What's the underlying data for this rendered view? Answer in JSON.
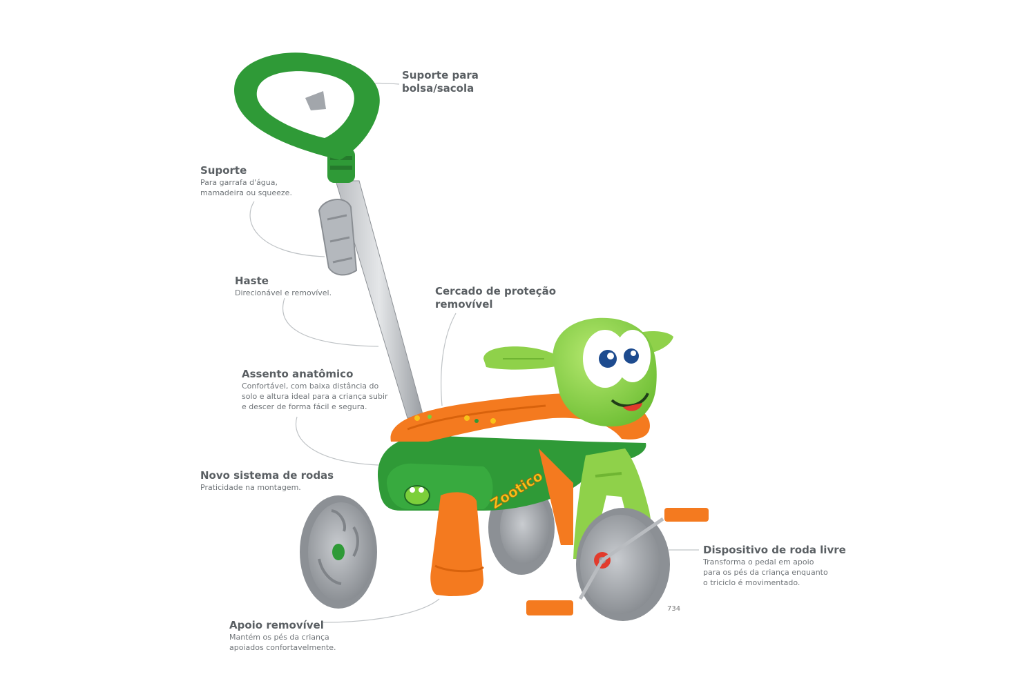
{
  "callouts": {
    "suporte_bolsa": {
      "title_line1": "Suporte para",
      "title_line2": "bolsa/sacola"
    },
    "suporte": {
      "title": "Suporte",
      "desc_line1": "Para garrafa d'água,",
      "desc_line2": "mamadeira ou squeeze."
    },
    "haste": {
      "title": "Haste",
      "desc": "Direcionável e removível."
    },
    "cercado": {
      "title_line1": "Cercado de proteção",
      "title_line2": "removível"
    },
    "assento": {
      "title": "Assento anatômico",
      "desc_line1": "Confortável, com baixa distância do",
      "desc_line2": "solo e altura ideal para a criança subir",
      "desc_line3": "e descer de forma fácil e segura."
    },
    "rodas": {
      "title": "Novo sistema de rodas",
      "desc": "Praticidade na montagem."
    },
    "dispositivo": {
      "title": "Dispositivo de roda livre",
      "desc_line1": "Transforma o pedal em apoio",
      "desc_line2": "para os pés da criança enquanto",
      "desc_line3": "o triciclo é movimentado."
    },
    "apoio": {
      "title": "Apoio removível",
      "desc_line1": "Mantém os pés da criança",
      "desc_line2": "apoiados confortavelmente."
    }
  },
  "model_code": "734",
  "brand_logo_text": "Zootico",
  "colors": {
    "green_dark": "#2f9a37",
    "green_light": "#8fd14a",
    "orange": "#f47a1f",
    "gray_wheel": "#9a9ea3",
    "text": "#5a5f63"
  }
}
